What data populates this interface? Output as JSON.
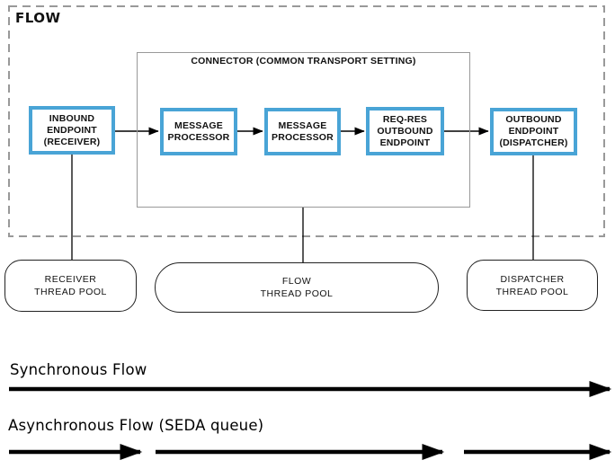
{
  "flow_container": {
    "label": "FLOW"
  },
  "connector": {
    "title_line1": "CONNECTOR",
    "title_line2": "(COMMON TRANSPORT SETTING)"
  },
  "nodes": {
    "inbound": {
      "lines": [
        "INBOUND",
        "ENDPOINT",
        "(RECEIVER)"
      ]
    },
    "mp1": {
      "lines": [
        "MESSAGE",
        "PROCESSOR"
      ]
    },
    "mp2": {
      "lines": [
        "MESSAGE",
        "PROCESSOR"
      ]
    },
    "reqres": {
      "lines": [
        "REQ-RES",
        "OUTBOUND",
        "ENDPOINT"
      ]
    },
    "outbound": {
      "lines": [
        "OUTBOUND",
        "ENDPOINT",
        "(DISPATCHER)"
      ]
    }
  },
  "thread_pools": {
    "receiver": {
      "lines": [
        "RECEIVER",
        "THREAD POOL"
      ]
    },
    "flow": {
      "lines": [
        "FLOW",
        "THREAD POOL"
      ]
    },
    "dispatcher": {
      "lines": [
        "DISPATCHER",
        "THREAD POOL"
      ]
    }
  },
  "legend": {
    "synchronous_label": "Synchronous Flow",
    "asynchronous_label": "Asynchronous Flow (SEDA queue)"
  },
  "colors": {
    "endpoint_border": "#49a4d6",
    "container_border": "#999999",
    "pool_border": "#222222",
    "arrow": "#000000",
    "background": "#ffffff"
  }
}
